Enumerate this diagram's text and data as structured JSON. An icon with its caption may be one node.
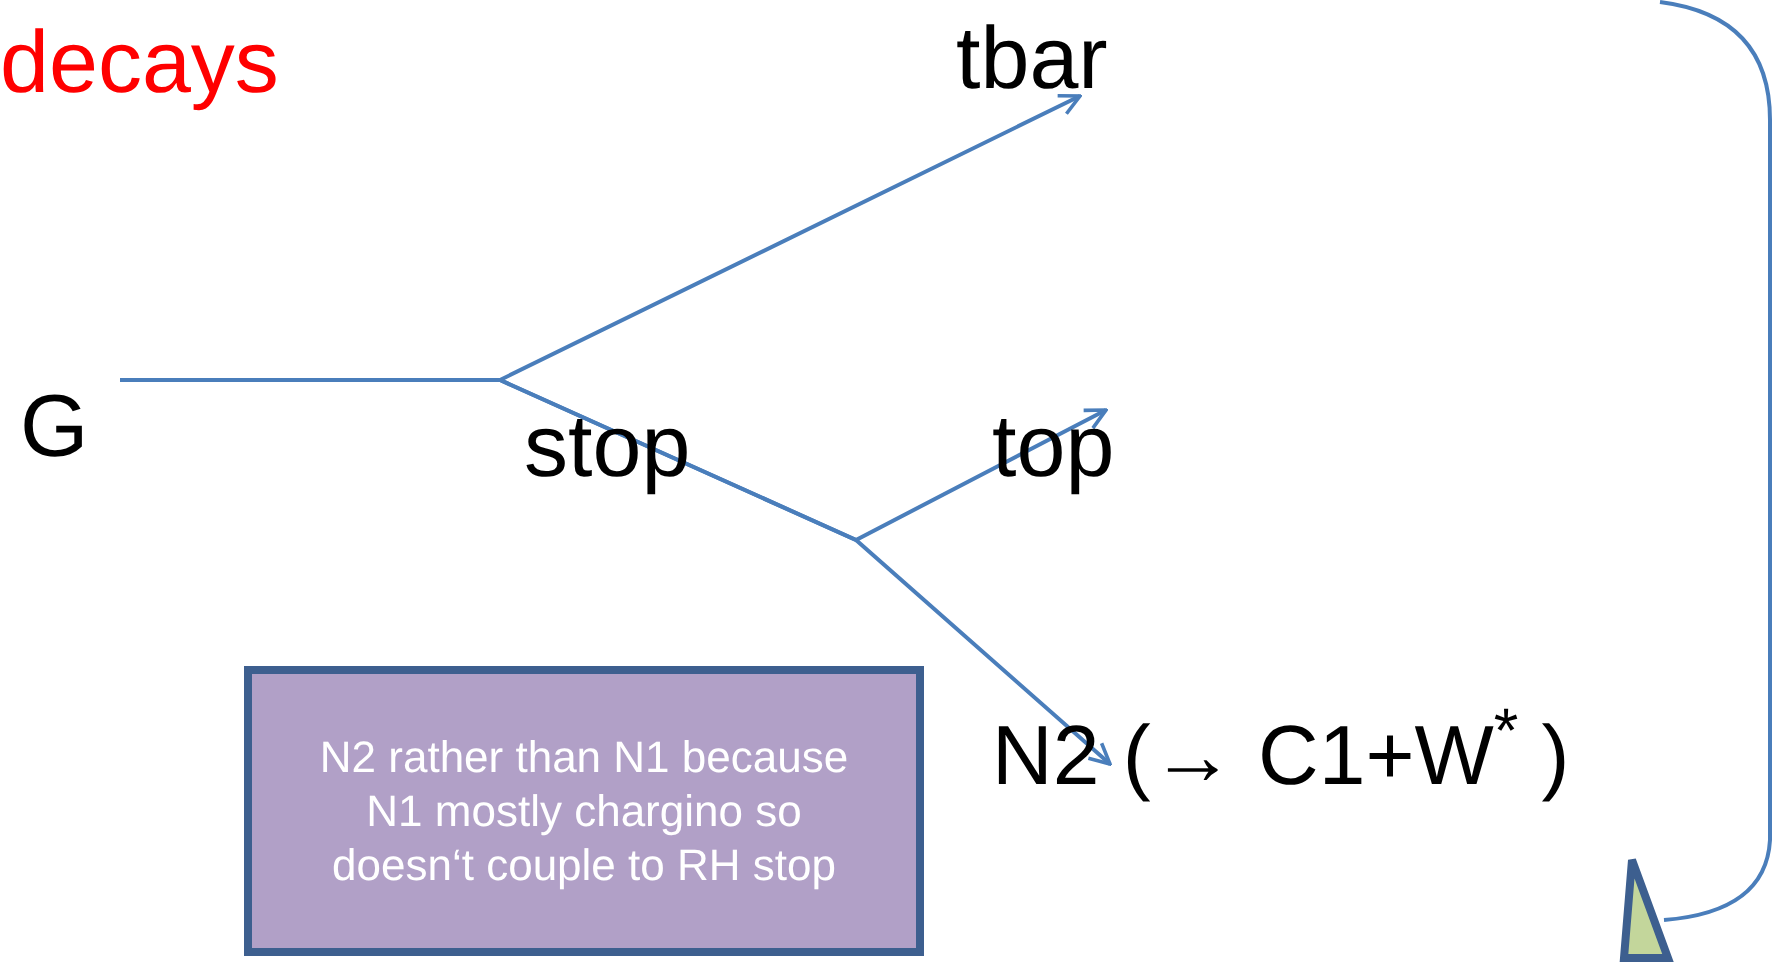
{
  "diagram": {
    "title": "decays",
    "nodes": [
      {
        "text": [
          "G"
        ]
      },
      {
        "text": [
          "tbar"
        ]
      },
      {
        "text": [
          "top"
        ]
      },
      {
        "text": [
          "N2 (→ C1+W$^{*}$ )"
        ]
      },
      {
        "text": [
          "N2 rather than N1 because N1 mostly chargino so doesn‘t couple to RH stop"
        ]
      }
    ],
    "edges": [
      {
        "from": 0,
        "to": 1,
        "arrow": "to"
      },
      {
        "from": 0,
        "to": 2,
        "arrow": "to"
      },
      {
        "from": 0,
        "to": 3,
        "arrow": "to"
      }
    ],
    "labels": [
      "stop"
    ]
  }
}
